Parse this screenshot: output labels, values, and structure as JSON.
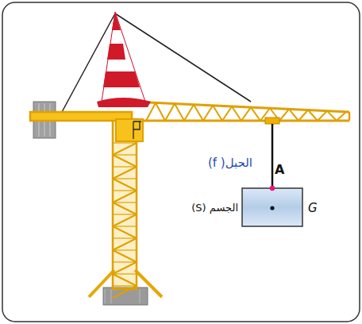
{
  "diagram": {
    "labels": [
      "الحبل( f)",
      "A",
      "الجسم (S)",
      "G"
    ]
  }
}
